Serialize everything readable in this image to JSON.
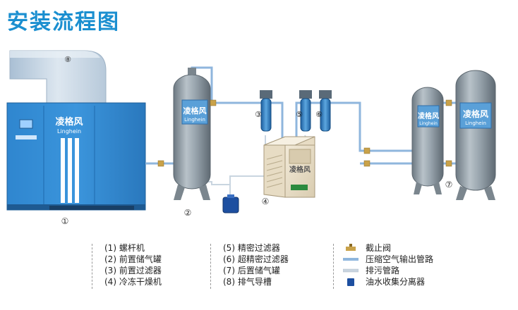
{
  "title": "安装流程图",
  "callouts": {
    "c1": "①",
    "c2": "②",
    "c3": "③",
    "c4": "④",
    "c5": "⑤",
    "c6": "⑥",
    "c7": "⑦",
    "c8": "⑧"
  },
  "brand": {
    "name_cn": "凌格风",
    "name_en": "Linghein"
  },
  "legend_items_a": [
    "(1) 螺杆机",
    "(2) 前置储气罐",
    "(3) 前置过滤器",
    "(4) 冷冻干燥机"
  ],
  "legend_items_b": [
    "(5) 精密过滤器",
    "(6) 超精密过滤器",
    "(7) 后置储气罐",
    "(8) 排气导槽"
  ],
  "legend_keys": [
    {
      "label": "截止阀",
      "icon": "valve-icon"
    },
    {
      "label": "压缩空气输出管路",
      "icon": "air-pipe-icon"
    },
    {
      "label": "排污管路",
      "icon": "drain-pipe-icon"
    },
    {
      "label": "油水收集分离器",
      "icon": "separator-icon"
    }
  ],
  "colors": {
    "title": "#1b8fd0",
    "compressor": "#2e86cf",
    "tank": "#8e9aa3",
    "air_pipe": "#8fb6dd",
    "drain_pipe": "#c9d5e0",
    "valve": "#c9a24a",
    "separator": "#1d4fa0"
  }
}
